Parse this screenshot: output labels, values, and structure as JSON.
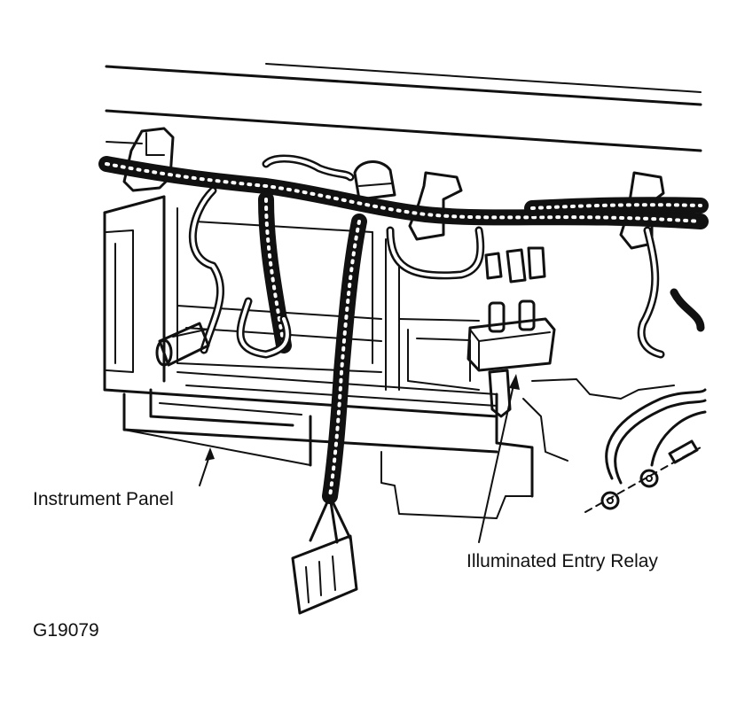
{
  "labels": {
    "instrument_panel": "Instrument Panel",
    "relay": "Illuminated Entry Relay",
    "figure_id": "G19079"
  },
  "colors": {
    "ink": "#111111",
    "background": "#ffffff"
  }
}
